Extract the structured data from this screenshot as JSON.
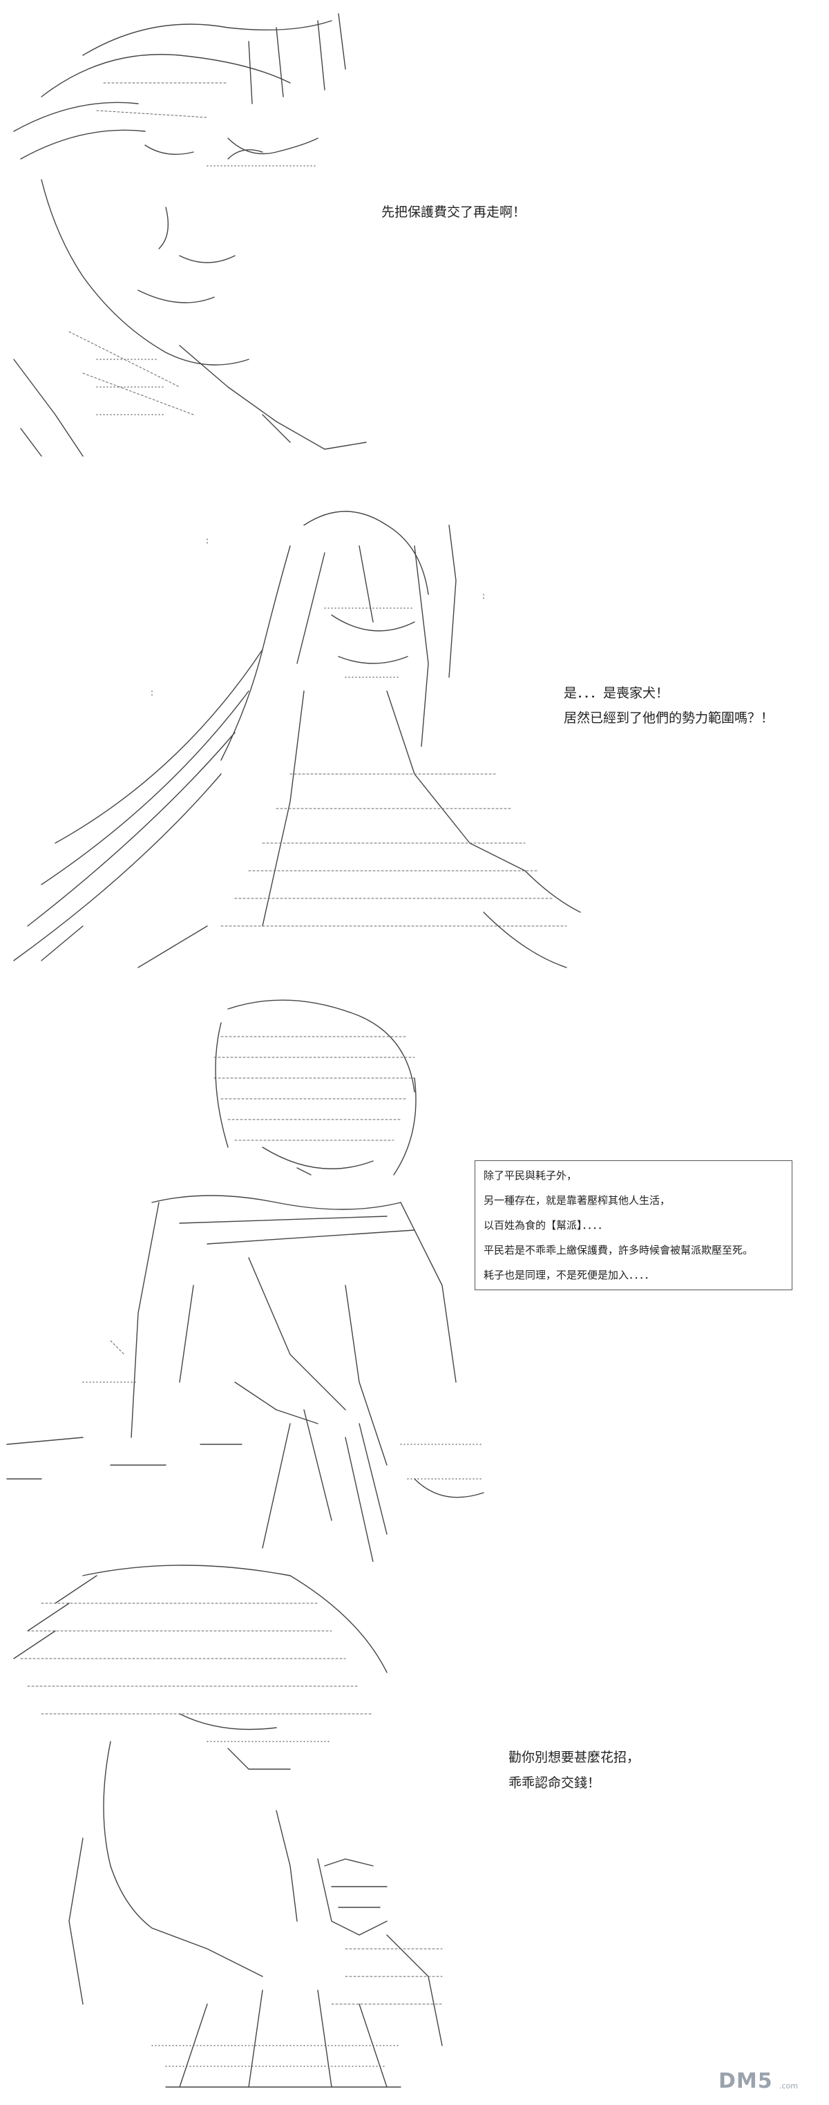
{
  "panels": [
    {
      "lines": [
        "先把保護費交了再走啊！"
      ]
    },
    {
      "lines": [
        "是．．．是喪家犬！",
        "居然已經到了他們的勢力範圍嗎？！"
      ]
    },
    {
      "note_lines": [
        "除了平民與耗子外，",
        "另一種存在，就是靠著壓榨其他人生活，",
        "以百姓為食的【幫派】．．．．",
        "平民若是不乖乖上繳保護費，許多時候會被幫派欺壓至死。",
        "耗子也是同理，不是死便是加入．．．．"
      ]
    },
    {
      "lines": [
        "勸你別想要甚麼花招，",
        "乖乖認命交錢！"
      ]
    }
  ],
  "watermark": {
    "text": "DM5",
    "sub": ".com"
  },
  "colors": {
    "line_art": "#444444",
    "text": "#222222",
    "watermark": "#9aa3ad"
  }
}
